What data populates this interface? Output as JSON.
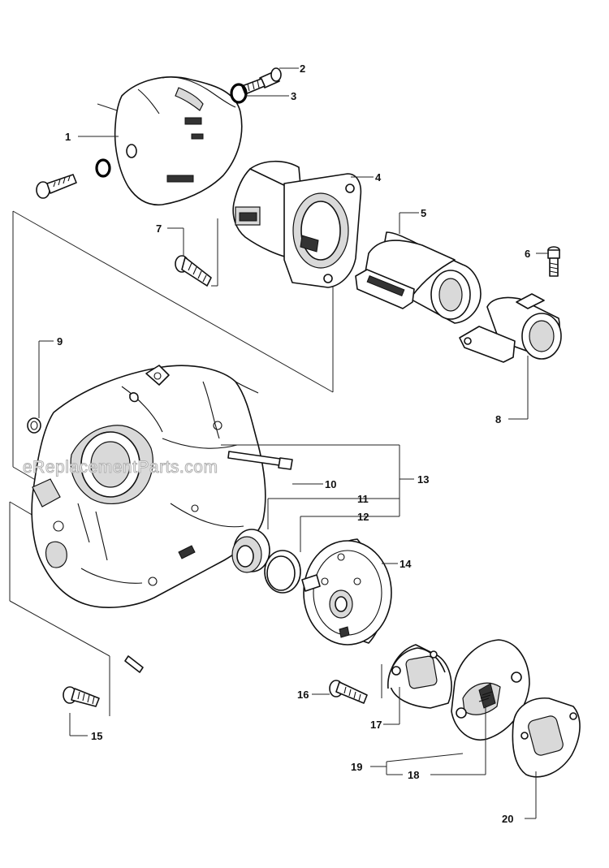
{
  "watermark": "eReplacementParts.com",
  "callouts": [
    "1",
    "2",
    "3",
    "4",
    "5",
    "6",
    "7",
    "8",
    "9",
    "10",
    "11",
    "12",
    "13",
    "14",
    "15",
    "16",
    "17",
    "18",
    "19",
    "20"
  ]
}
